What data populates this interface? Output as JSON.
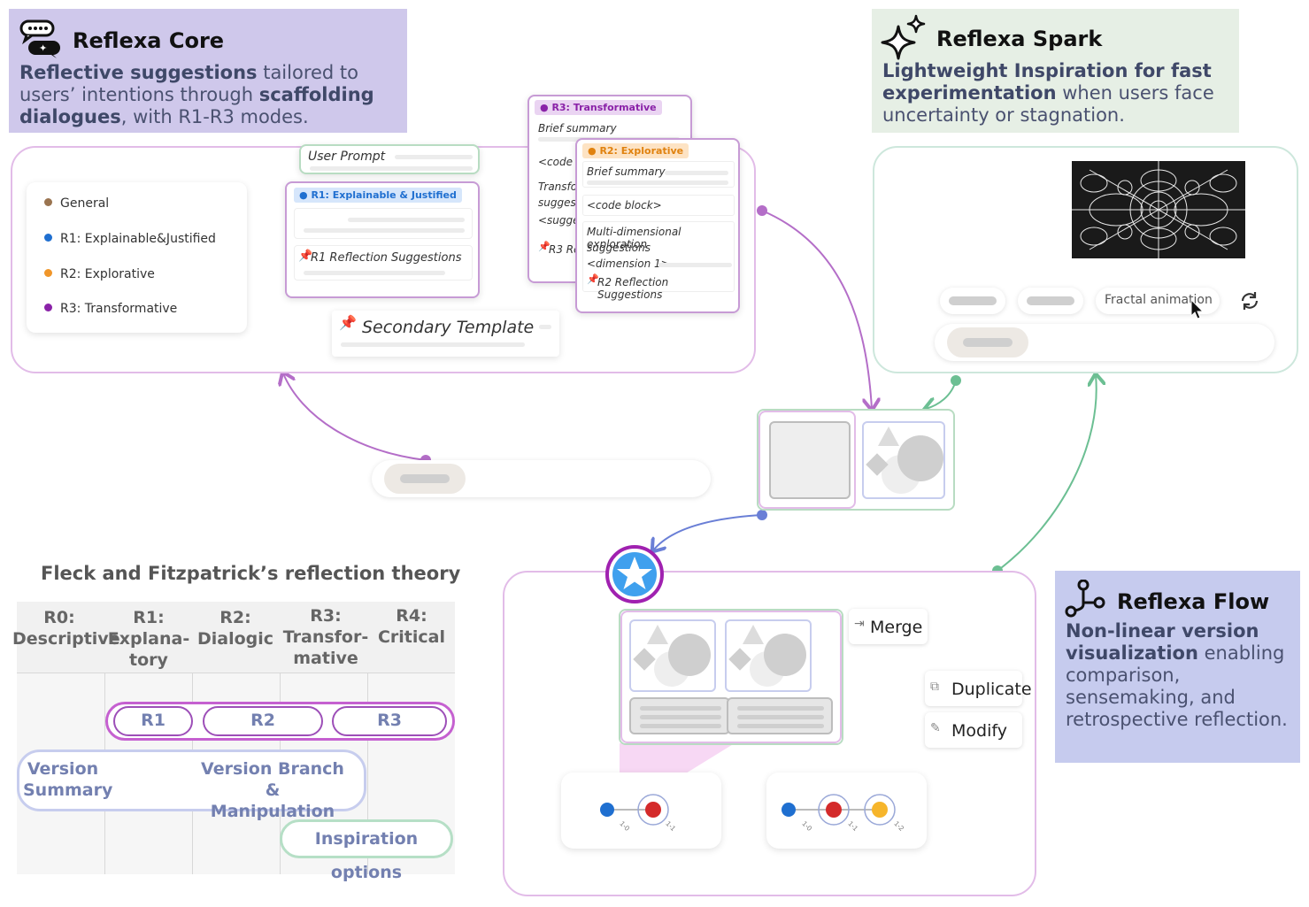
{
  "core": {
    "title": "Reflexa Core",
    "desc_b1": "Reflective suggestions",
    "desc_t1": " tailored to users’ intentions through ",
    "desc_b2": "scaffolding dialogues",
    "desc_t2": ", with R1-R3 modes.",
    "icon": "chat-bubbles-icon",
    "bg": "#cfc8eb"
  },
  "spark": {
    "title": "Reflexa Spark",
    "desc_b1": "Lightweight Inspiration for fast experimentation",
    "desc_t1": " when users face uncertainty or stagnation.",
    "icon": "sparkle-icon",
    "bg": "#e6efe5"
  },
  "flow": {
    "title": "Reflexa Flow",
    "desc_b1": "Non-linear version visualization",
    "desc_t1": " enabling comparison, sensemaking, and retrospective reflection.",
    "icon": "branch-icon",
    "bg": "#c6cbee"
  },
  "legend": {
    "items": [
      {
        "label": "General",
        "color": "#9a7450"
      },
      {
        "label": "R1: Explainable&Justified",
        "color": "#1f6fd0"
      },
      {
        "label": "R2: Explorative",
        "color": "#f0962a"
      },
      {
        "label": "R3: Transformative",
        "color": "#8a22a8"
      }
    ]
  },
  "cards": {
    "user_prompt": "User Prompt",
    "r1_tag": "R1: Explainable & Justified",
    "r1_suggestions": "R1 Reflection Suggestions",
    "secondary": "Secondary Template",
    "r3_tag": "R3: Transformative",
    "r3_brief": "Brief summary",
    "r3_code": "<code b",
    "r3_transfo": "Transfo",
    "r3_suggest": "suggest",
    "r3_sugge": "<sugge",
    "r3_re": "R3 Re",
    "r2_tag": "R2: Explorative",
    "r2_brief": "Brief summary",
    "r2_code": "<code block>",
    "r2_multi1": "Multi-dimensional exploration",
    "r2_multi2": "suggestions",
    "r2_dim": "<dimension 1>",
    "r2_suggestions": "R2 Reflection Suggestions"
  },
  "spark_ui": {
    "chip_label": "Fractal animation",
    "refresh_icon": "refresh-icon"
  },
  "flow_ui": {
    "merge": "Merge",
    "duplicate": "Duplicate",
    "modify": "Modify",
    "node_labels_a": [
      "1-0",
      "1-1"
    ],
    "node_labels_b": [
      "1-0",
      "1-1",
      "1-2"
    ]
  },
  "theory": {
    "title": "Fleck and Fitzpatrick’s reflection theory",
    "cols": [
      {
        "l1": "R0:",
        "l2": "Descriptive",
        "l3": ""
      },
      {
        "l1": "R1:",
        "l2": "Explana-",
        "l3": "tory"
      },
      {
        "l1": "R2:",
        "l2": "Dialogic",
        "l3": ""
      },
      {
        "l1": "R3:",
        "l2": "Transfor-",
        "l3": "mative"
      },
      {
        "l1": "R4:",
        "l2": "Critical",
        "l3": ""
      }
    ],
    "r1": "R1",
    "r2": "R2",
    "r3": "R3",
    "version_summary_1": "Version",
    "version_summary_2": "Summary",
    "branch_1": "Version Branch &",
    "branch_2": "Manipulation",
    "inspiration": "Inspiration options"
  }
}
